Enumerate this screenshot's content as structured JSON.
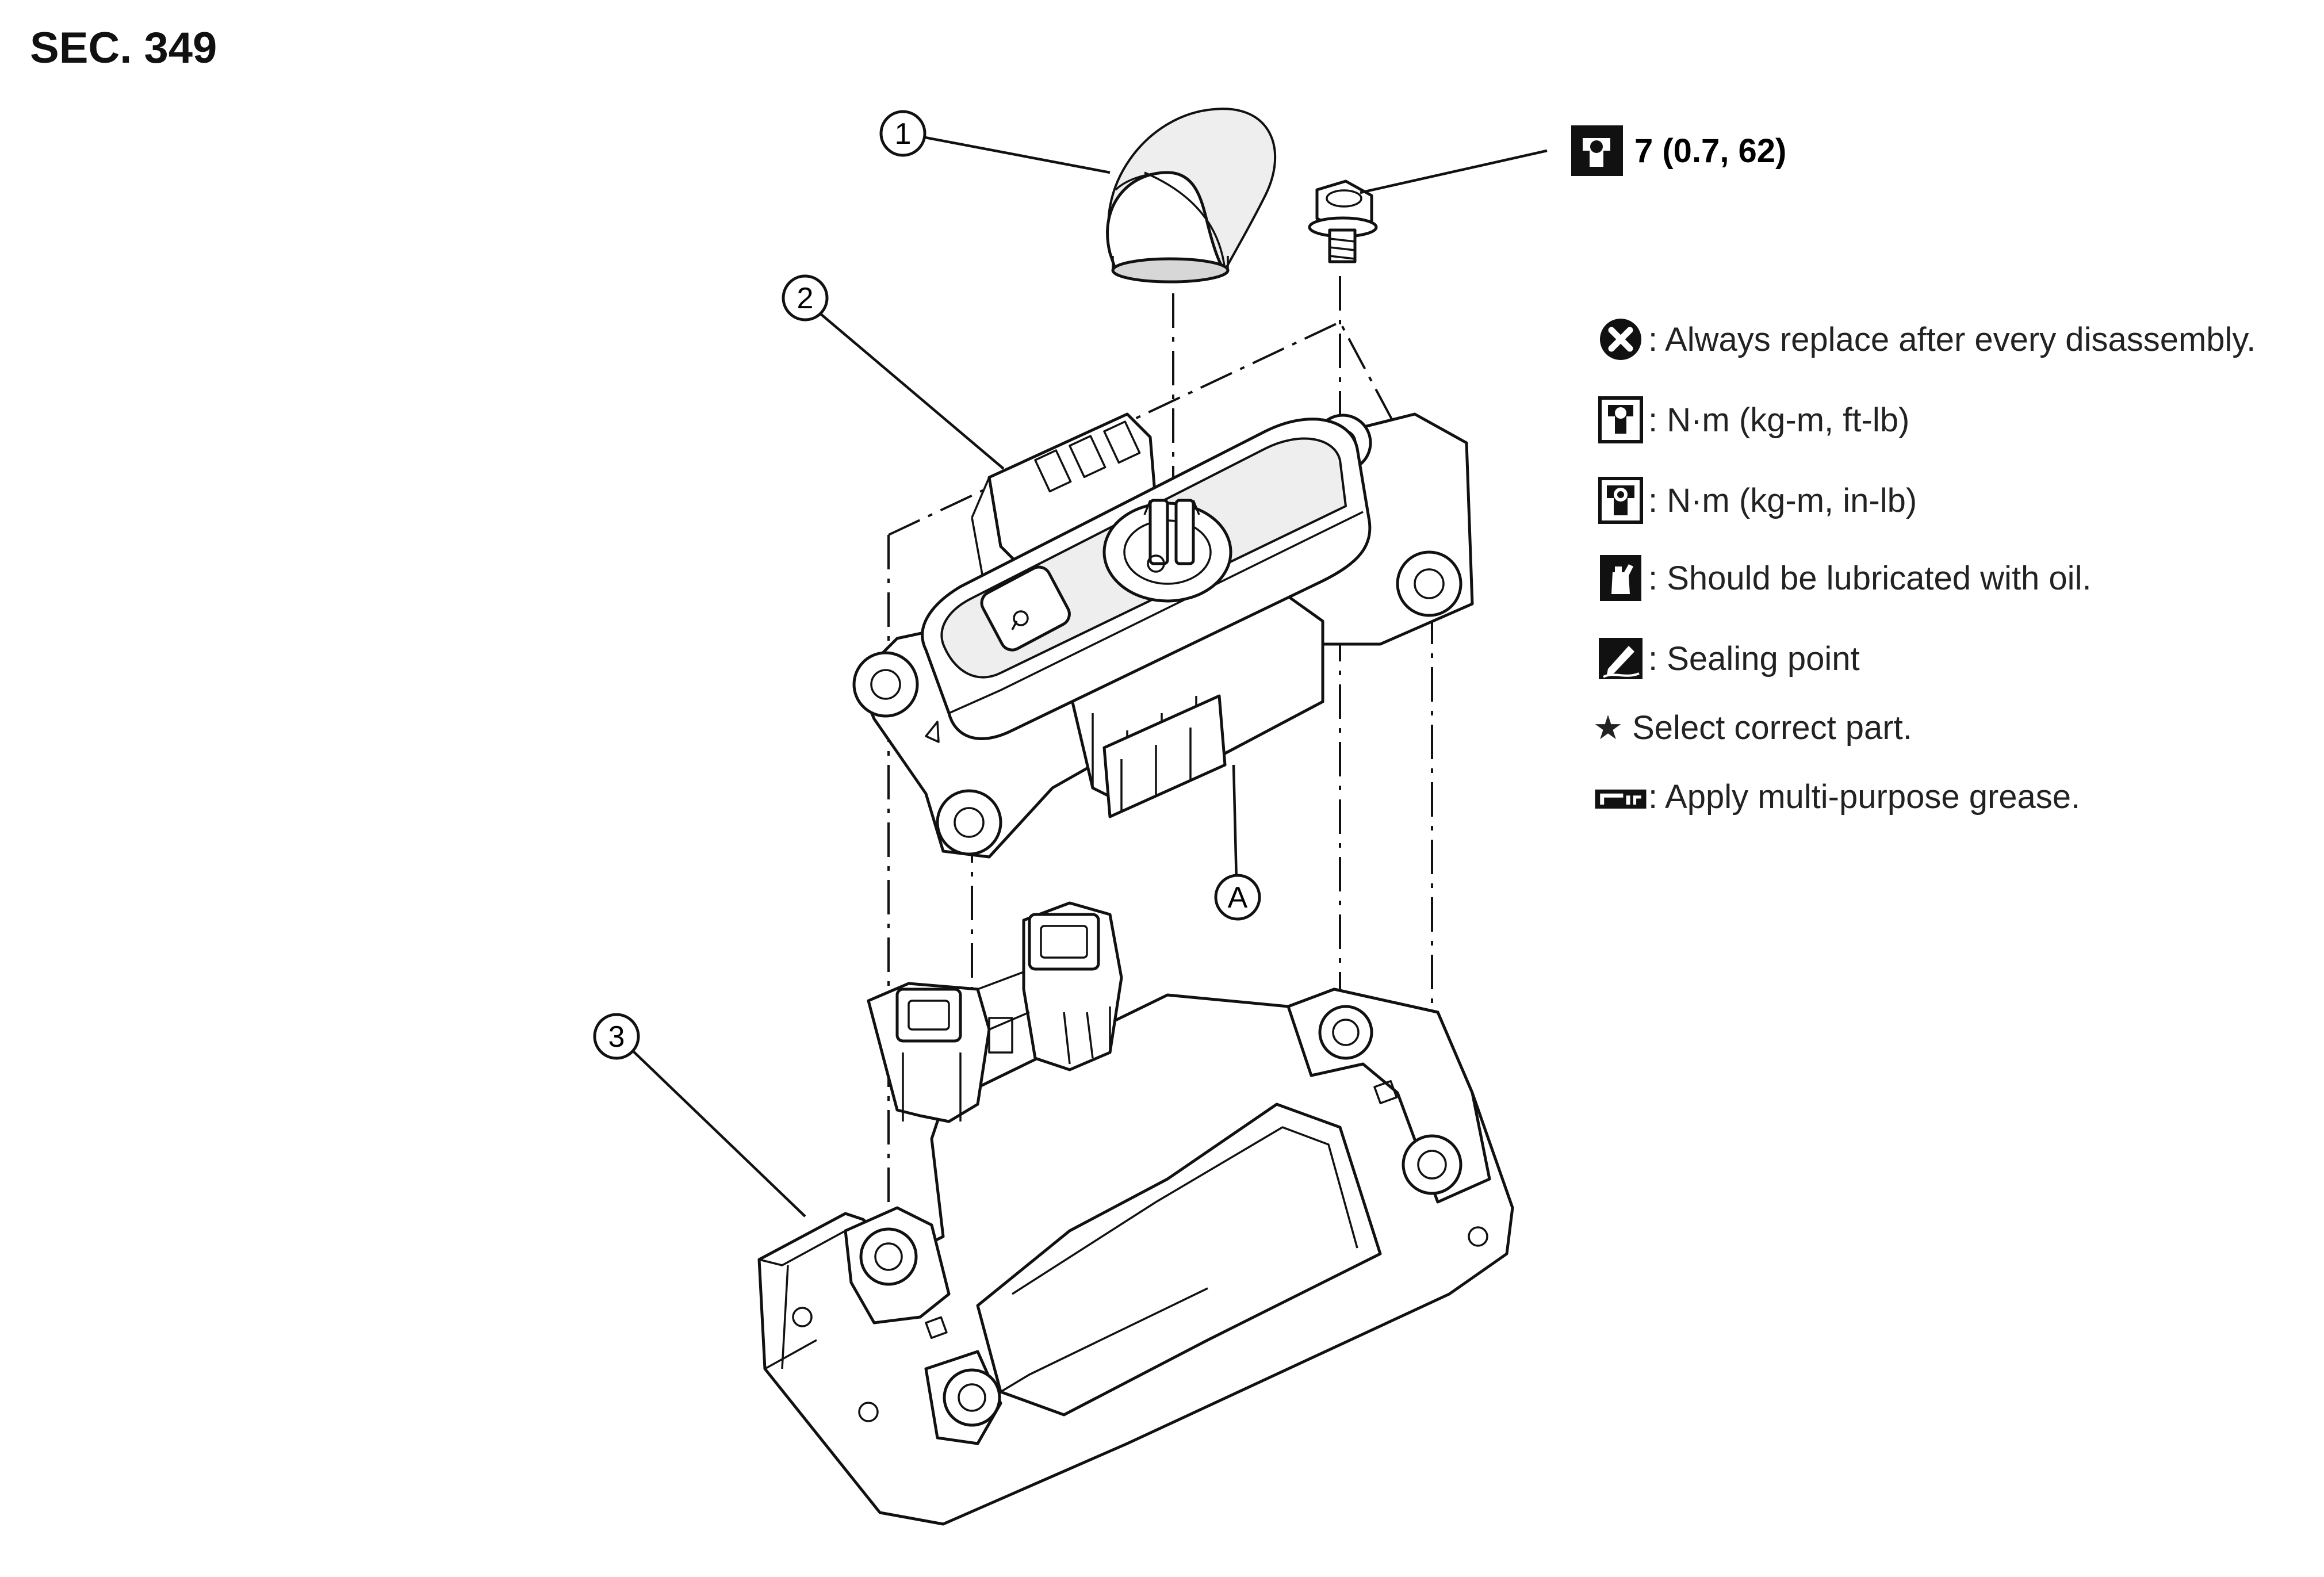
{
  "section_title": "SEC. 349",
  "torque_callout": {
    "icon": "torque-in-lb-icon",
    "value": "7 (0.7, 62)"
  },
  "callouts": [
    {
      "label": "1",
      "part": "selector-knob"
    },
    {
      "label": "2",
      "part": "shift-control-device"
    },
    {
      "label": "3",
      "part": "bracket"
    },
    {
      "label": "A",
      "part": "connector"
    }
  ],
  "legend": [
    {
      "icon": "always-replace-icon",
      "text": ": Always replace after every disassembly."
    },
    {
      "icon": "torque-ft-lb-icon",
      "text": ": N·m (kg-m, ft-lb)"
    },
    {
      "icon": "torque-in-lb-icon",
      "text": ": N·m (kg-m, in-lb)"
    },
    {
      "icon": "oil-can-icon",
      "text": ": Should be lubricated with oil."
    },
    {
      "icon": "sealing-point-icon",
      "text": ": Sealing point"
    },
    {
      "icon": "star-icon",
      "text": "★ Select correct part."
    },
    {
      "icon": "grease-icon",
      "text": ": Apply multi-purpose grease."
    }
  ],
  "colors": {
    "ink": "#111111",
    "shade": "#d7d7d7",
    "background": "#ffffff"
  }
}
